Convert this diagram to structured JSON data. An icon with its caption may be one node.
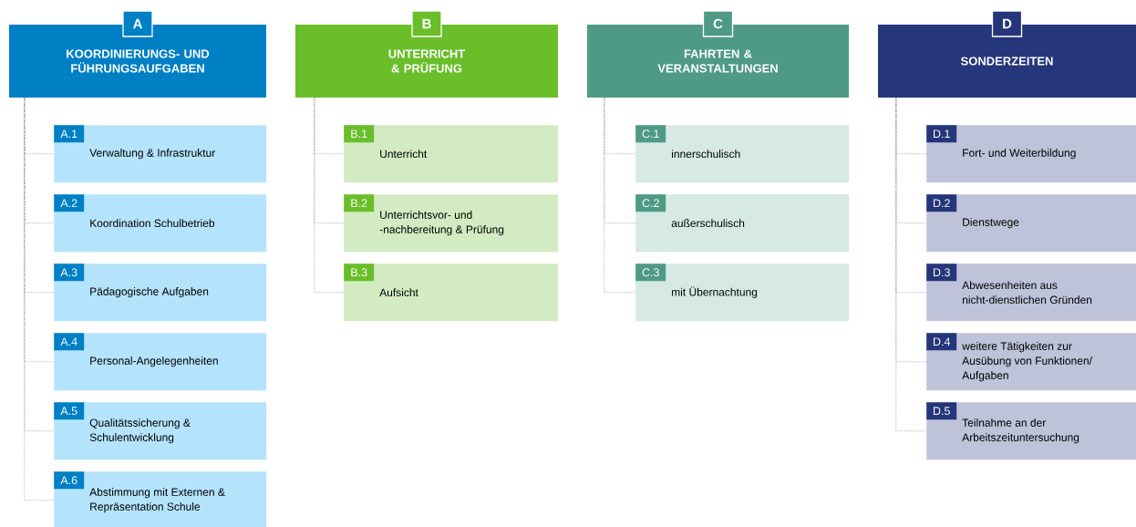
{
  "diagram": {
    "nodes": [
      {
        "text": [
          "A",
          "KOORDINIERUNGS- UND FÜHRUNGSAUFGABEN"
        ]
      },
      {
        "text": [
          "A.1",
          "Verwaltung & Infrastruktur"
        ]
      },
      {
        "text": [
          "A.2",
          "Koordination Schulbetrieb"
        ]
      },
      {
        "text": [
          "A.3",
          "Pädagogische Aufgaben"
        ]
      },
      {
        "text": [
          "A.4",
          "Personal-Angelegenheiten"
        ]
      },
      {
        "text": [
          "A.5",
          "Qualitätssicherung & Schulentwicklung"
        ]
      },
      {
        "text": [
          "A.6",
          "Abstimmung mit Externen & Repräsentation Schule"
        ]
      },
      {
        "text": [
          "B",
          "UNTERRICHT & PRÜFUNG"
        ]
      },
      {
        "text": [
          "B.1",
          "Unterricht"
        ]
      },
      {
        "text": [
          "B.2",
          "Unterrichtsvor- und -nachbereitung & Prüfung"
        ]
      },
      {
        "text": [
          "B.3",
          "Aufsicht"
        ]
      },
      {
        "text": [
          "C",
          "FAHRTEN & VERANSTALTUNGEN"
        ]
      },
      {
        "text": [
          "C.1",
          "innerschulisch"
        ]
      },
      {
        "text": [
          "C.2",
          "außerschulisch"
        ]
      },
      {
        "text": [
          "C.3",
          "mit Übernachtung"
        ]
      },
      {
        "text": [
          "D",
          "SONDERZEITEN"
        ]
      },
      {
        "text": [
          "D.1",
          "Fort- und Weiterbildung"
        ]
      },
      {
        "text": [
          "D.2",
          "Dienstwege"
        ]
      },
      {
        "text": [
          "D.3",
          "Abwesenheiten aus nicht-dienstlichen Gründen"
        ]
      },
      {
        "text": [
          "D.4",
          "weitere Tätigkeiten zur Ausübung von Funktionen/ Aufgaben"
        ]
      },
      {
        "text": [
          "D.5",
          "Teilnahme an der Arbeitszeituntersuchung"
        ]
      }
    ],
    "edges": [
      {
        "from": 0,
        "to": 1,
        "arrow": "none",
        "style": "dashed"
      },
      {
        "from": 0,
        "to": 2,
        "arrow": "none",
        "style": "dashed"
      },
      {
        "from": 0,
        "to": 3,
        "arrow": "none",
        "style": "dashed"
      },
      {
        "from": 0,
        "to": 4,
        "arrow": "none",
        "style": "dashed"
      },
      {
        "from": 0,
        "to": 5,
        "arrow": "none",
        "style": "dashed"
      },
      {
        "from": 0,
        "to": 6,
        "arrow": "none",
        "style": "dashed"
      },
      {
        "from": 7,
        "to": 8,
        "arrow": "none",
        "style": "dashed"
      },
      {
        "from": 7,
        "to": 9,
        "arrow": "none",
        "style": "dashed"
      },
      {
        "from": 7,
        "to": 10,
        "arrow": "none",
        "style": "dashed"
      },
      {
        "from": 11,
        "to": 12,
        "arrow": "none",
        "style": "dashed"
      },
      {
        "from": 11,
        "to": 13,
        "arrow": "none",
        "style": "dashed"
      },
      {
        "from": 11,
        "to": 14,
        "arrow": "none",
        "style": "dashed"
      },
      {
        "from": 15,
        "to": 16,
        "arrow": "none",
        "style": "dashed"
      },
      {
        "from": 15,
        "to": 17,
        "arrow": "none",
        "style": "dashed"
      },
      {
        "from": 15,
        "to": 18,
        "arrow": "none",
        "style": "dashed"
      },
      {
        "from": 15,
        "to": 19,
        "arrow": "none",
        "style": "dashed"
      },
      {
        "from": 15,
        "to": 20,
        "arrow": "none",
        "style": "dashed"
      }
    ]
  }
}
